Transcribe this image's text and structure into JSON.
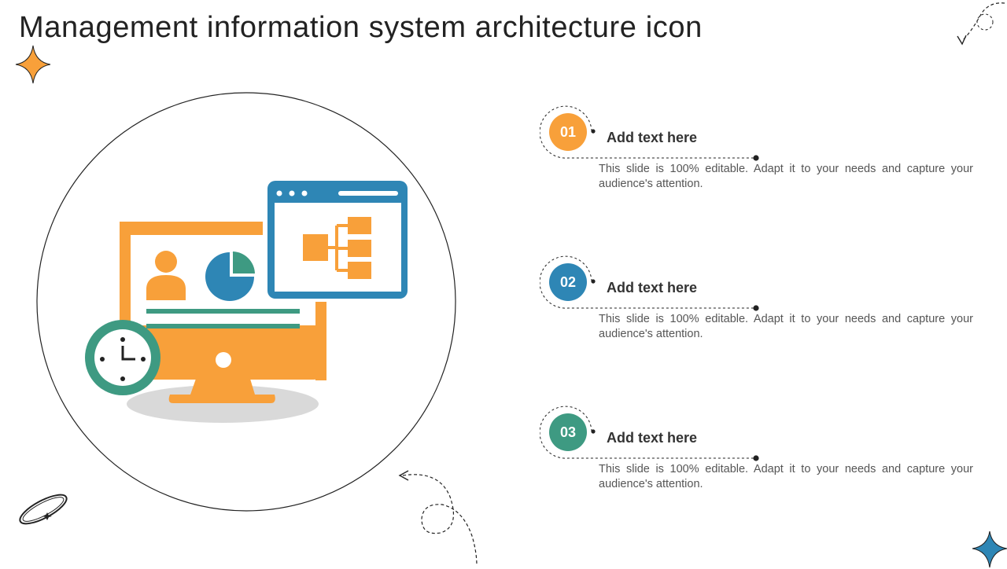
{
  "slide": {
    "title": "Management information system architecture icon"
  },
  "colors": {
    "orange": "#F8A03A",
    "blue": "#2E86B5",
    "teal": "#3E9A82",
    "shadow": "#D9D9D9",
    "text": "#333333"
  },
  "icons": [
    "sparkle-icon",
    "orbit-icon",
    "computer-icon",
    "clock-icon",
    "browser-window-icon",
    "hierarchy-icon",
    "user-icon",
    "pie-chart-icon"
  ],
  "items": [
    {
      "number": "01",
      "heading": "Add text here",
      "description": "This slide is 100% editable. Adapt it to your needs and capture your audience's attention.",
      "color": "#F8A03A"
    },
    {
      "number": "02",
      "heading": "Add text here",
      "description": "This slide is 100% editable. Adapt it to your needs and capture your audience's attention.",
      "color": "#2E86B5"
    },
    {
      "number": "03",
      "heading": "Add text here",
      "description": "This slide is 100% editable. Adapt it to your needs and capture your audience's attention.",
      "color": "#3E9A82"
    }
  ]
}
